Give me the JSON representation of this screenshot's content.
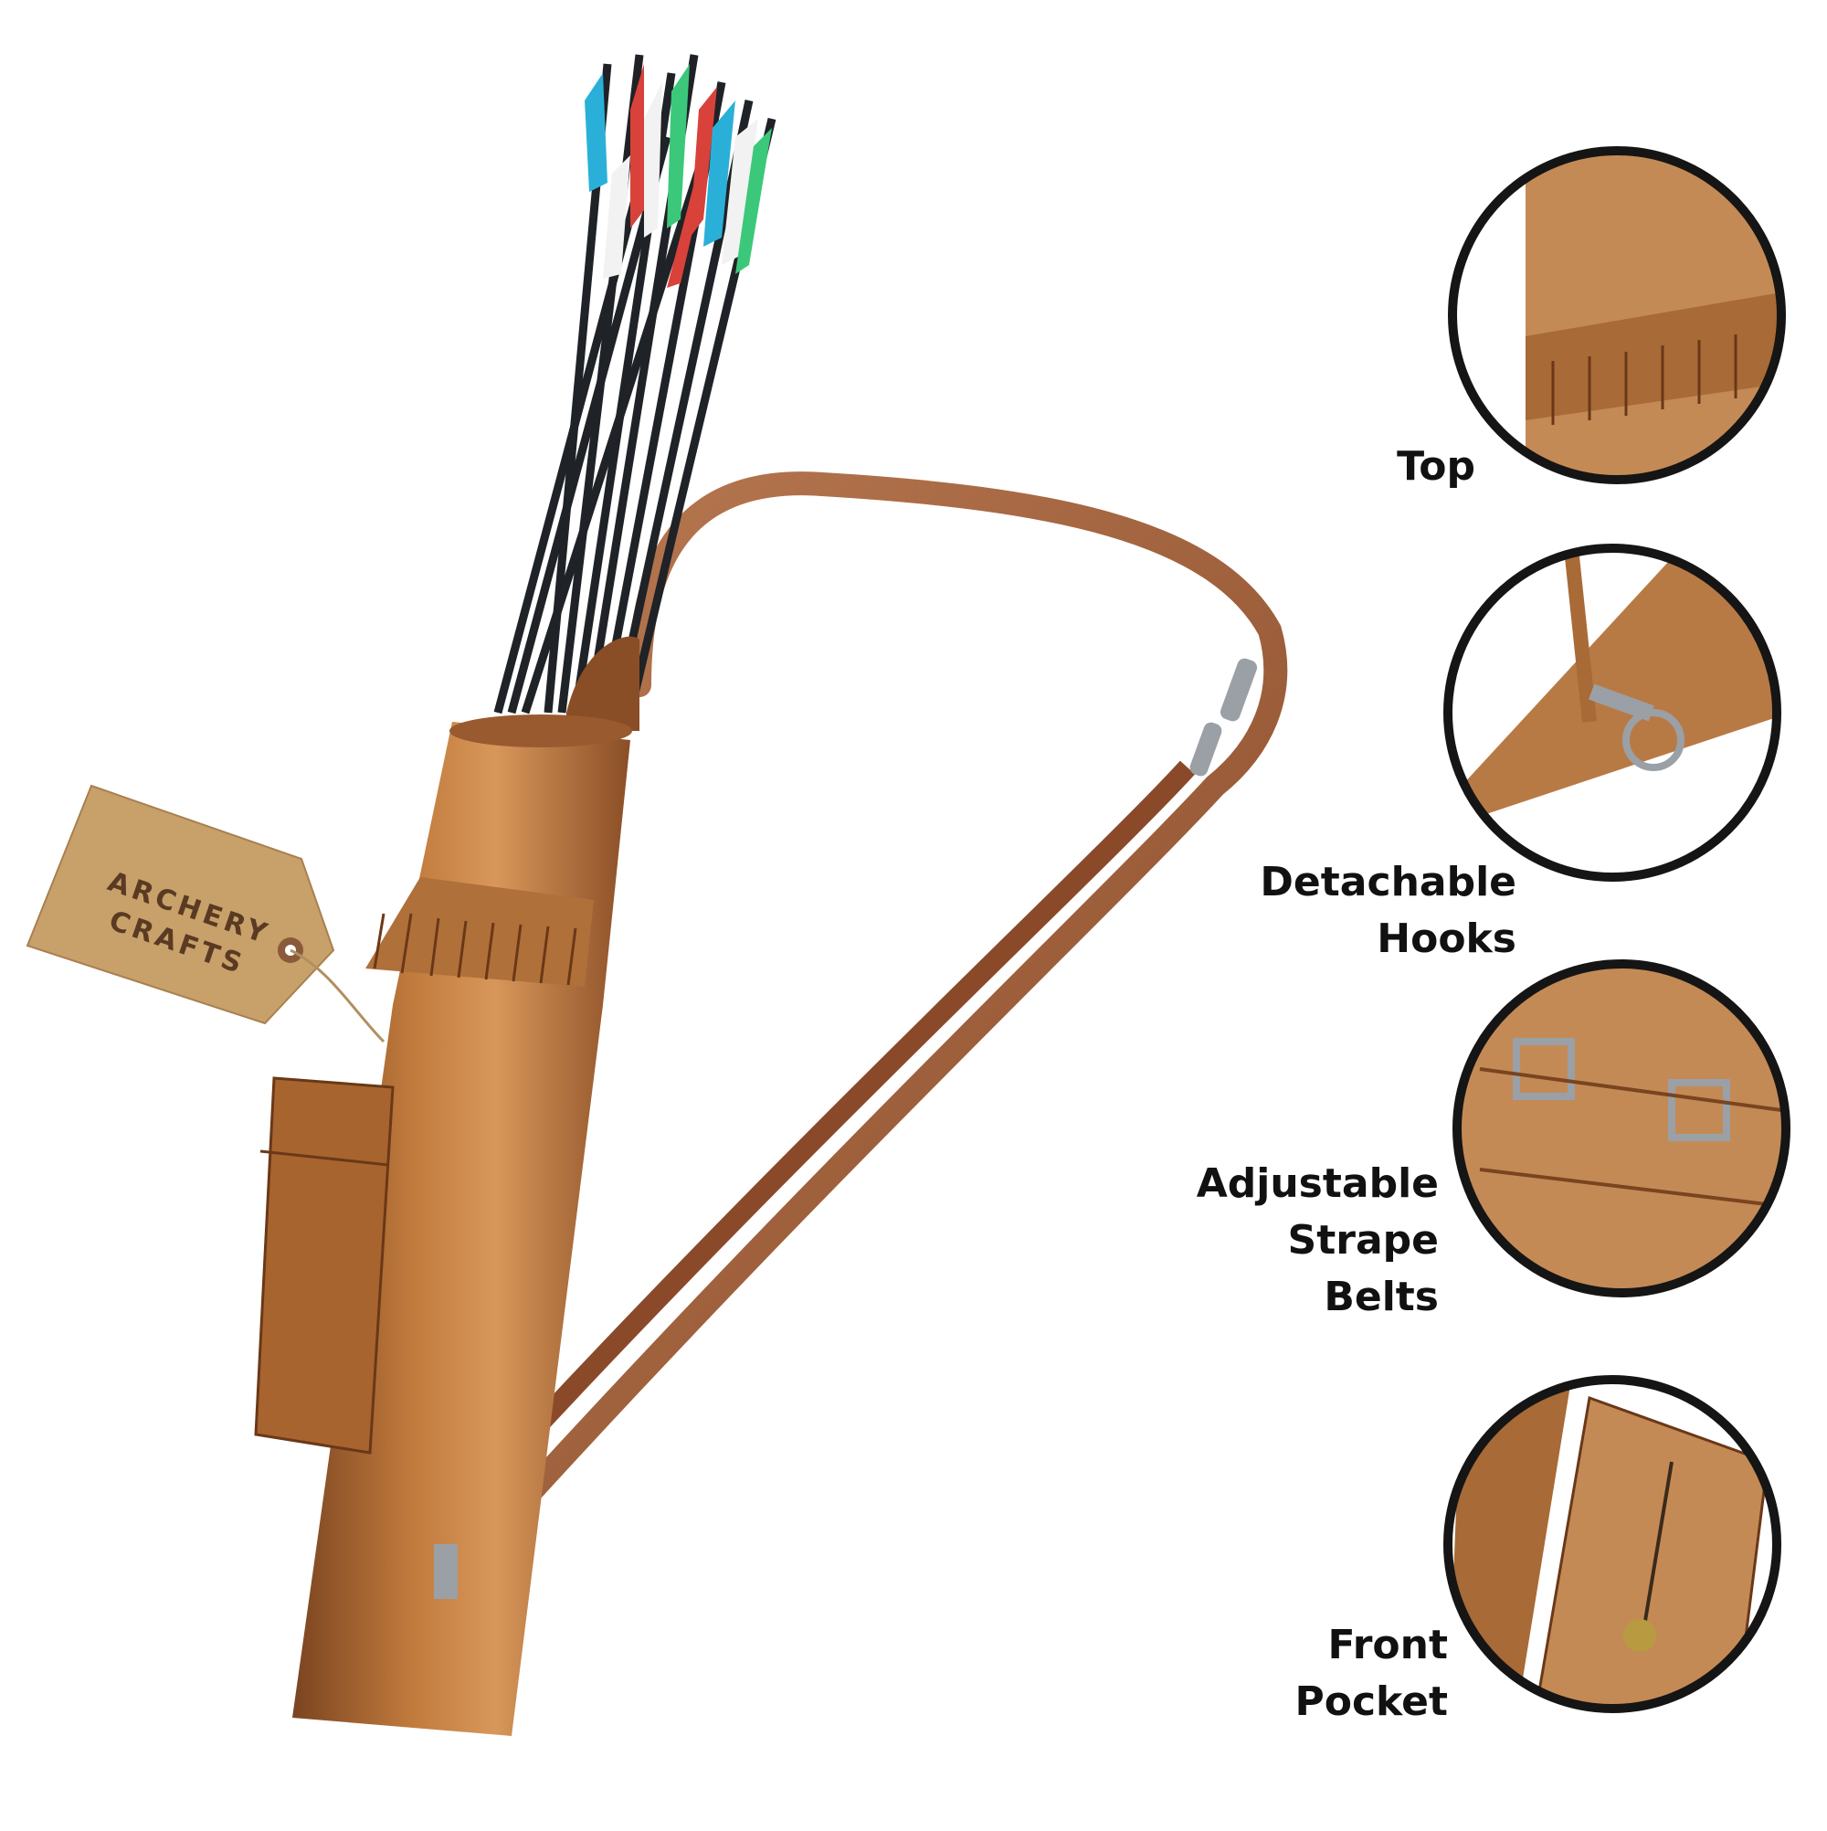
{
  "brand": {
    "tag_line1": "ARCHERY",
    "tag_line2": "CRAFTS"
  },
  "features": [
    {
      "label_line1": "Top",
      "label_line2": "",
      "label_line3": ""
    },
    {
      "label_line1": "Detachable",
      "label_line2": "Hooks",
      "label_line3": ""
    },
    {
      "label_line1": "Adjustable",
      "label_line2": "Strape",
      "label_line3": "Belts"
    },
    {
      "label_line1": "Front",
      "label_line2": "Pocket",
      "label_line3": ""
    }
  ],
  "colors": {
    "leather": "#b06a32",
    "leather_dark": "#7a4420",
    "leather_light": "#d8975a",
    "strap": "#9a5a36",
    "tag": "#c8a06a",
    "arrow_shaft": "#1f2226",
    "fletch_blue": "#2ab0d8",
    "fletch_green": "#3cc87a",
    "fletch_red": "#d8423a",
    "fletch_white": "#f2f2f2",
    "circle_border": "#151515"
  }
}
